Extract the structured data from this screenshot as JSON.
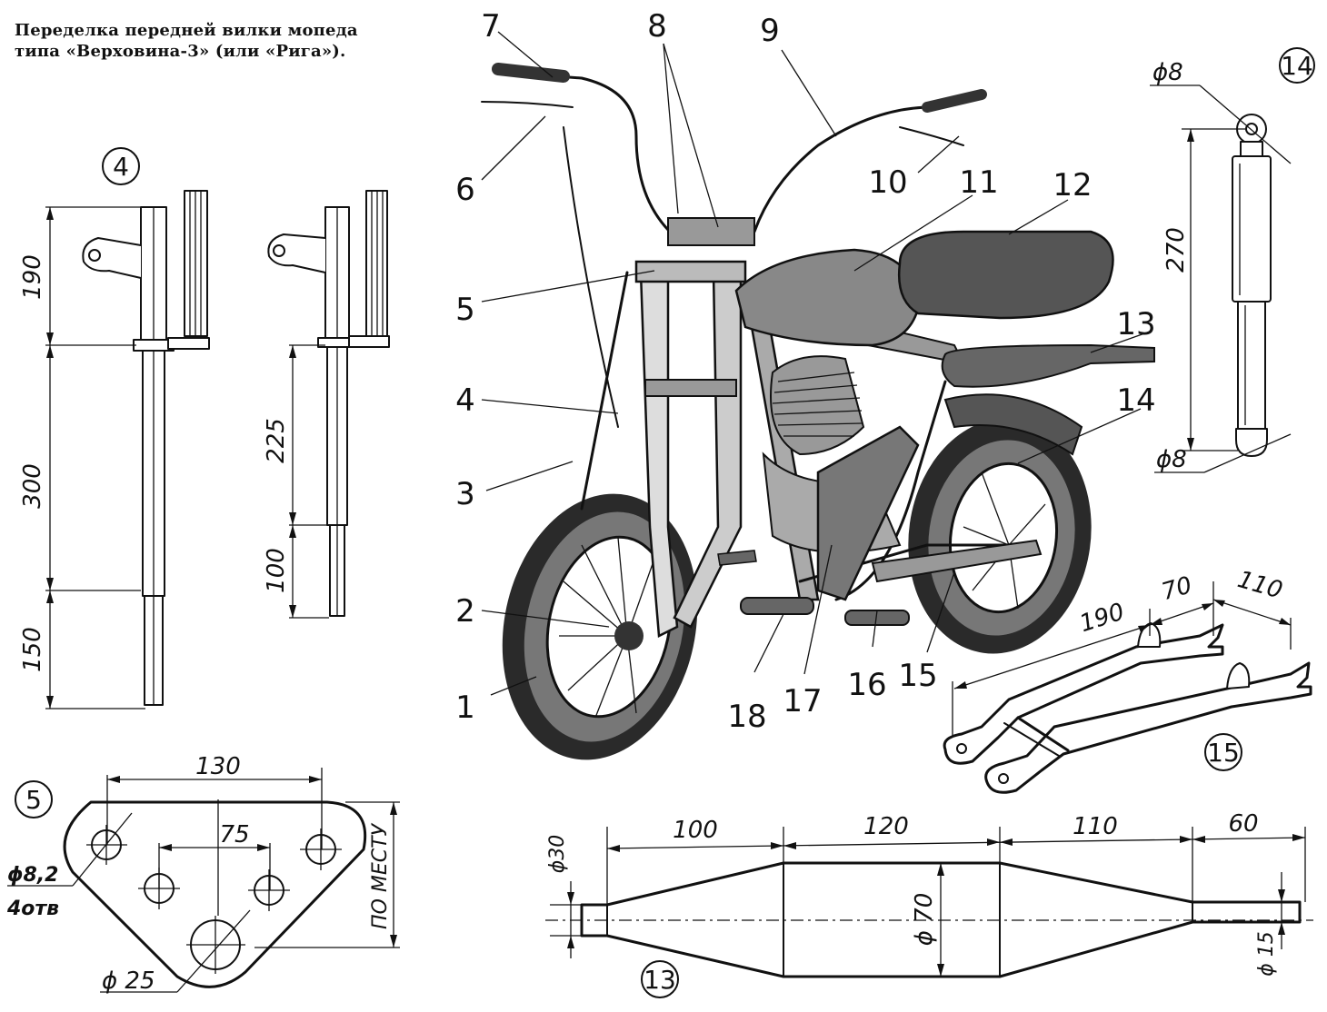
{
  "caption": {
    "line1": "Переделка передней вилки мопеда",
    "line2": "типа «Верховина-3» (или «Рига»)."
  },
  "detail_labels": {
    "fork": "4",
    "bridge": "5",
    "shock": "14",
    "muffler": "13",
    "swingarm": "15"
  },
  "fork_dims": {
    "d190": "190",
    "d300": "300",
    "d150": "150",
    "d225": "225",
    "d100": "100"
  },
  "bridge_dims": {
    "width": "130",
    "spacing": "75",
    "hole_small": "ϕ8,2",
    "hole_count": "4отв",
    "hole_large": "ϕ 25",
    "height_note": "ПО МЕСТУ"
  },
  "muffler_dims": {
    "seg1": "100",
    "seg2": "120",
    "seg3": "110",
    "seg4": "60",
    "dia_inlet": "ϕ30",
    "dia_body": "ϕ 70",
    "dia_outlet": "ϕ 15"
  },
  "shock_dims": {
    "top_eye": "ϕ8",
    "length": "270",
    "bottom_eye": "ϕ8"
  },
  "swingarm_dims": {
    "d190": "190",
    "d70": "70",
    "d110": "110"
  },
  "callouts": [
    "1",
    "2",
    "3",
    "4",
    "5",
    "6",
    "7",
    "8",
    "9",
    "10",
    "11",
    "12",
    "13",
    "14",
    "15",
    "16",
    "17",
    "18"
  ]
}
